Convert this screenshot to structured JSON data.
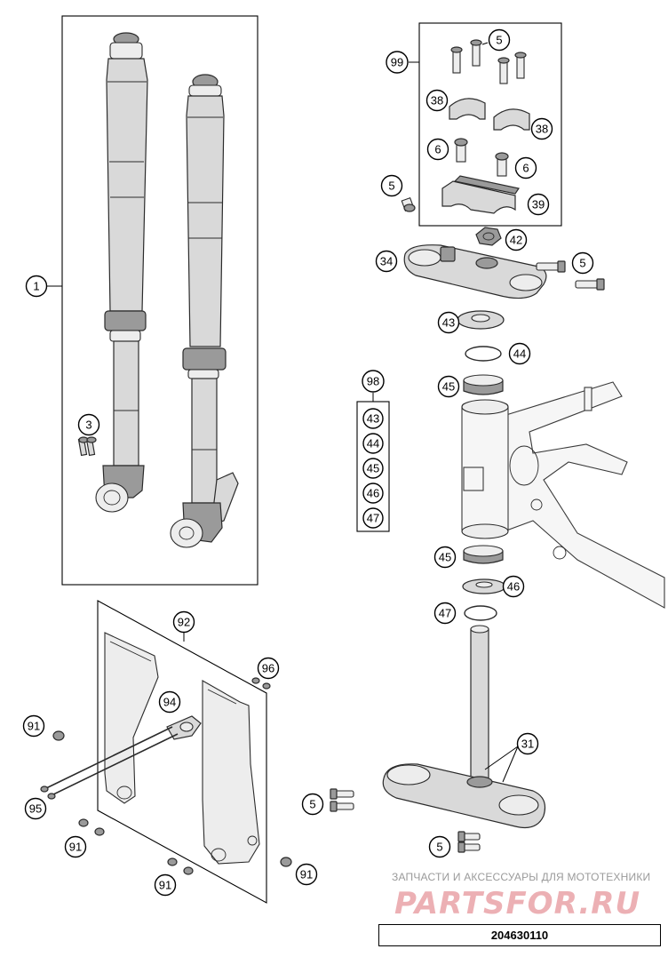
{
  "diagram": {
    "document_number": "204630110",
    "watermark": {
      "caption": "ЗАПЧАСТИ И АКСЕССУАРЫ ДЛЯ МОТОТЕХНИКИ",
      "logo_text": "PARTSFOR.RU"
    },
    "callouts": {
      "fork_assembly": "1",
      "fork_bolts": "3",
      "screw_top_group": "99",
      "screw_top_1": "5",
      "clamp_left": "38",
      "clamp_right": "38",
      "screw_clamp_left": "6",
      "screw_clamp_right": "6",
      "screw_bridge_pin": "5",
      "clamp_lower": "39",
      "nut": "42",
      "upper_triple_clamp": "34",
      "screw_upper_clamp": "5",
      "washer": "43",
      "ring_upper": "44",
      "bearing_upper": "45",
      "bearing_kit": "98",
      "kit_item_43": "43",
      "kit_item_44": "44",
      "kit_item_45": "45",
      "kit_item_46": "46",
      "kit_item_47": "47",
      "bearing_lower": "45",
      "seal_lower": "46",
      "ring_lower": "47",
      "fork_guard_set": "92",
      "guard_nut": "96",
      "guard_clip": "94",
      "guard_screw_left": "91",
      "guard_long_bolt": "95",
      "guard_screw_bottom_left": "91",
      "guard_screw_bottom_mid": "91",
      "guard_screw_bottom_right": "91",
      "lower_triple_clamp": "31",
      "screw_lower_clamp_upper": "5",
      "screw_lower_clamp_lower": "5"
    }
  }
}
